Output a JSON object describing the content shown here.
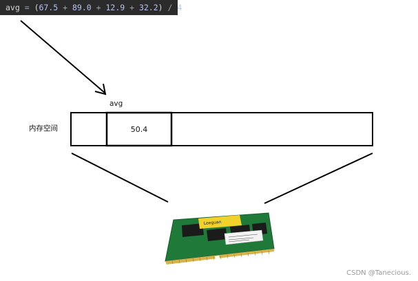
{
  "code": {
    "parts": [
      "avg",
      " = ",
      "(",
      "67.5",
      " + ",
      "89.0",
      " + ",
      "12.9",
      " + ",
      "32.2",
      ")",
      " / ",
      "4"
    ]
  },
  "diagram": {
    "avg_label": "avg",
    "memory_label": "内存空间",
    "cell_value": "50.4"
  },
  "image": {
    "ram_icon": "ram-stick-icon",
    "ram_brand": "Leeguan"
  },
  "watermark": "CSDN @Tanecious."
}
